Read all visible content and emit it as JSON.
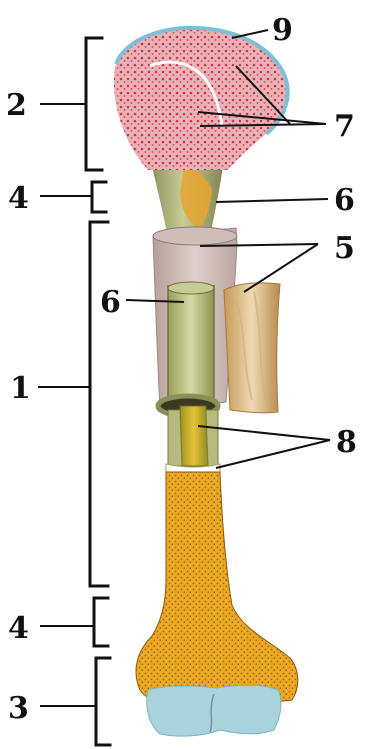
{
  "diagram": {
    "labels": {
      "n1": "1",
      "n2": "2",
      "n3": "3",
      "n4a": "4",
      "n4b": "4",
      "n5": "5",
      "n6a": "6",
      "n6b": "6",
      "n7": "7",
      "n8": "8",
      "n9": "9"
    },
    "colors": {
      "spongy_bone": "#e7a6ab",
      "spongy_dots": "#c83a4c",
      "cartilage": "#a9d3dc",
      "cartilage_rim": "#7ec0d6",
      "marrow_yellow": "#e6a21c",
      "medullary_cavity": "#b4b778",
      "periosteum": "#c9b6b0",
      "compact_bone": "#d8c39a"
    }
  }
}
